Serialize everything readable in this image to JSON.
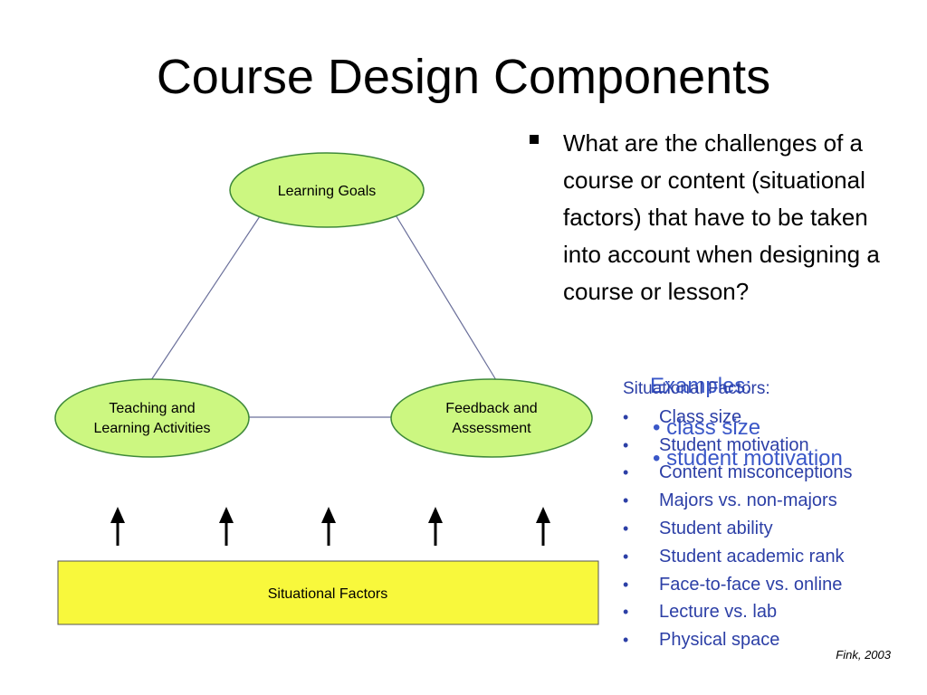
{
  "title": "Course Design Components",
  "diagram": {
    "nodes": {
      "goals": [
        "Learning Goals"
      ],
      "teaching": [
        "Teaching and",
        "Learning Activities"
      ],
      "feedback": [
        "Feedback and",
        "Assessment"
      ]
    },
    "base_label": "Situational Factors",
    "colors": {
      "oval_fill": "#ccf781",
      "oval_stroke": "#3f8a3a",
      "base_fill": "#f8f83c",
      "line": "#6a6f9a"
    }
  },
  "question": "What are the challenges of a course or content (situational factors) that have to be taken into account when designing a course or lesson?",
  "examples": {
    "heading": "Examples:",
    "items": [
      "class size",
      "student motivation"
    ]
  },
  "situational_factors": {
    "heading": "Situational Factors:",
    "items": [
      "Class size",
      "Student motivation",
      "Content misconceptions",
      "Majors vs. non-majors",
      "Student ability",
      "Student academic rank",
      "Face-to-face vs. online",
      "Lecture vs. lab",
      "Physical space"
    ]
  },
  "citation": "Fink, 2003"
}
